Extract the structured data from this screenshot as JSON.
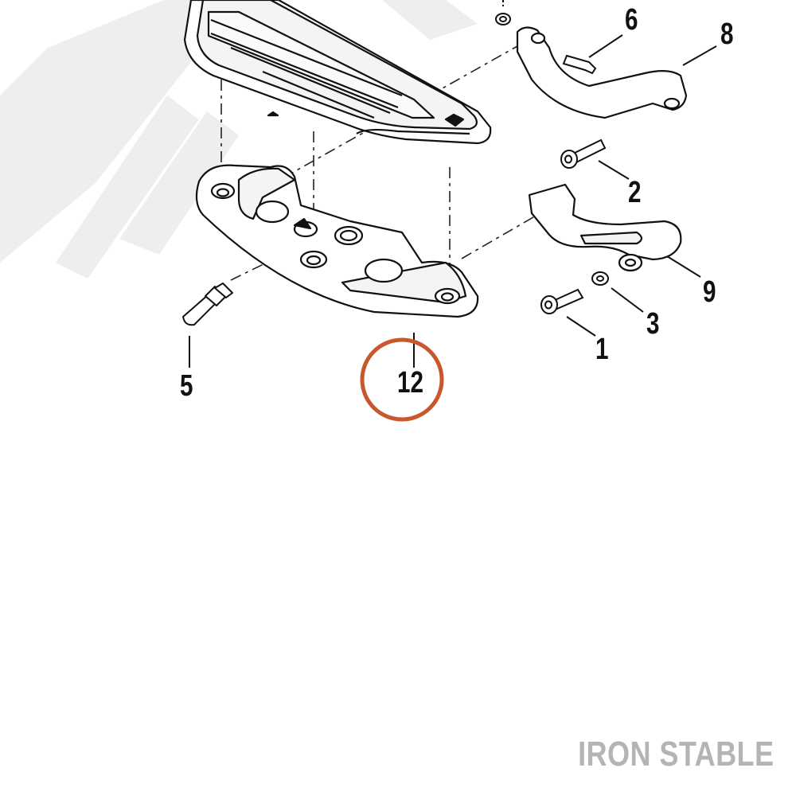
{
  "diagram": {
    "callouts": [
      {
        "id": "c1",
        "label": "1"
      },
      {
        "id": "c2",
        "label": "2"
      },
      {
        "id": "c3",
        "label": "3"
      },
      {
        "id": "c5",
        "label": "5"
      },
      {
        "id": "c6",
        "label": "6"
      },
      {
        "id": "c8",
        "label": "8"
      },
      {
        "id": "c9",
        "label": "9"
      },
      {
        "id": "c12",
        "label": "12"
      }
    ],
    "highlight_color": "#c8572c"
  },
  "watermark": {
    "brand": "IRON STABLE"
  }
}
